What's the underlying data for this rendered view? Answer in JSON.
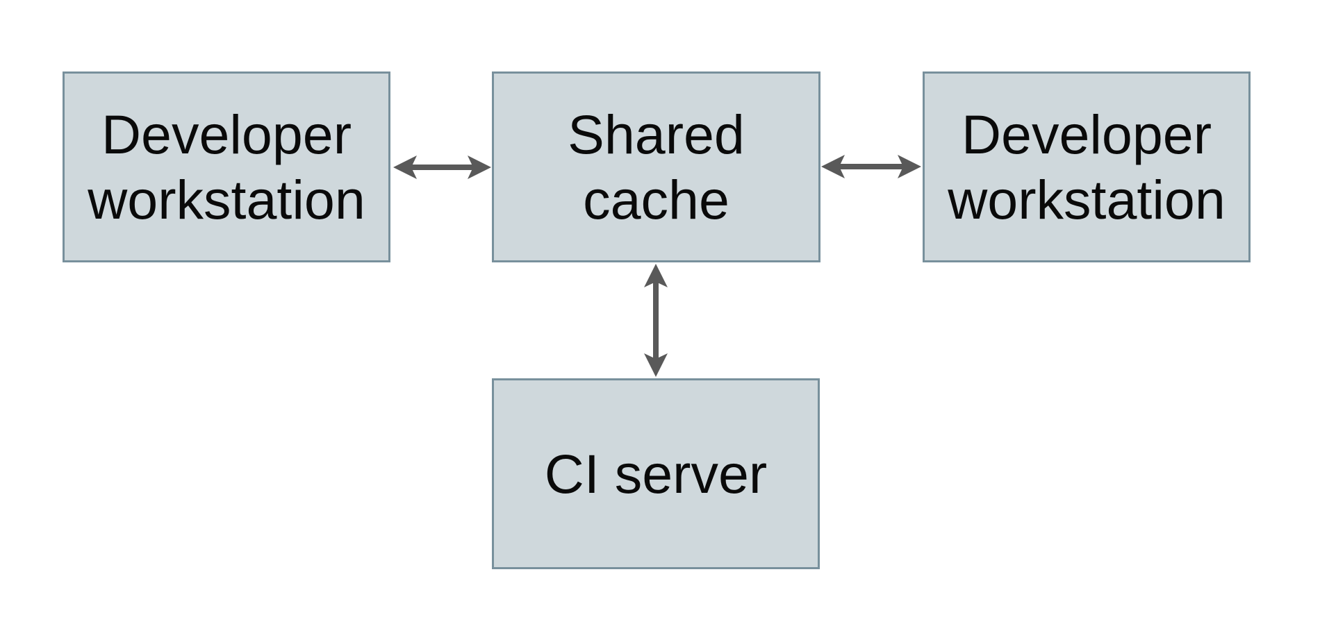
{
  "diagram": {
    "type": "architecture-diagram",
    "background": "#ffffff",
    "nodes": [
      {
        "id": "developer-workstation-left",
        "lines": [
          "Developer",
          "workstation"
        ],
        "label": "Developer workstation"
      },
      {
        "id": "shared-cache",
        "lines": [
          "Shared",
          "cache"
        ],
        "label": "Shared cache"
      },
      {
        "id": "developer-workstation-right",
        "lines": [
          "Developer",
          "workstation"
        ],
        "label": "Developer workstation"
      },
      {
        "id": "ci-server",
        "lines": [
          "CI server"
        ],
        "label": "CI server"
      }
    ],
    "edges": [
      {
        "from": "developer-workstation-left",
        "to": "shared-cache",
        "direction": "bidirectional"
      },
      {
        "from": "developer-workstation-right",
        "to": "shared-cache",
        "direction": "bidirectional"
      },
      {
        "from": "ci-server",
        "to": "shared-cache",
        "direction": "bidirectional"
      }
    ]
  },
  "colors": {
    "box_fill": "#cfd8dc",
    "box_border": "#78909c",
    "arrow": "#595959",
    "text": "#0a0a0a",
    "background": "#ffffff"
  }
}
